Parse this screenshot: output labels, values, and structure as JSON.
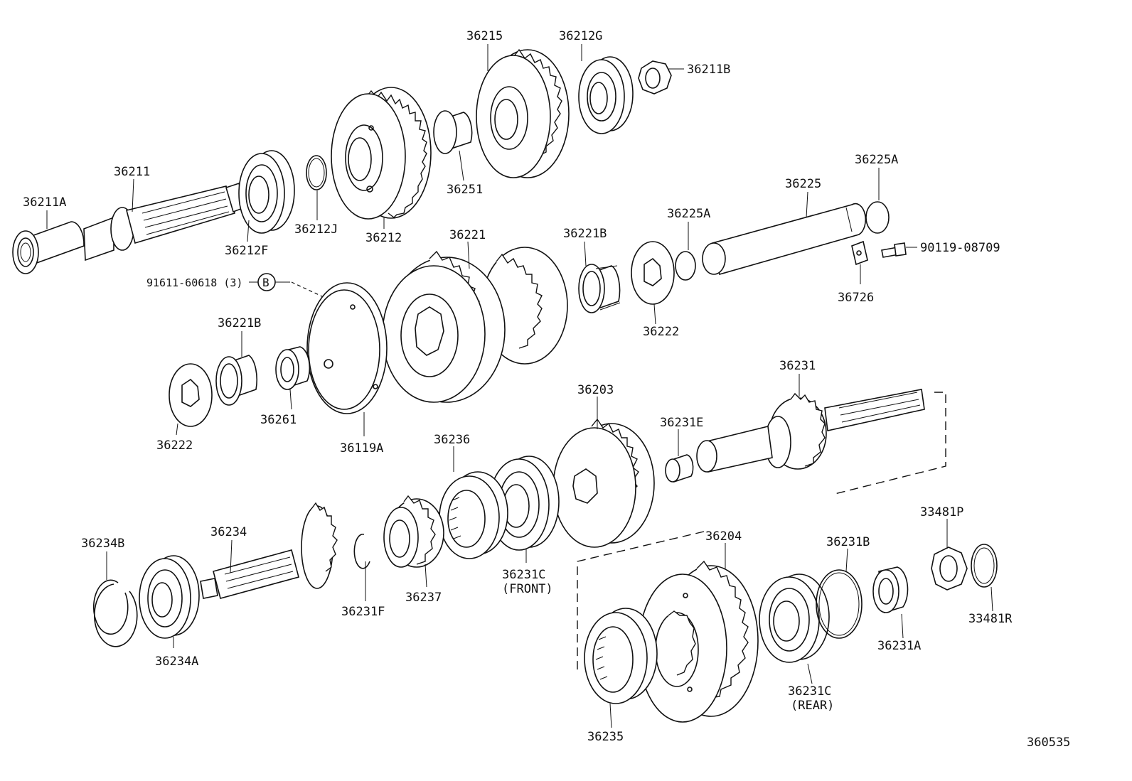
{
  "diagram_id": "360535",
  "callout_symbol": "B",
  "labels": {
    "p36211A": "36211A",
    "p36211": "36211",
    "p36212F": "36212F",
    "p36212J": "36212J",
    "p36212": "36212",
    "p36251": "36251",
    "p36215": "36215",
    "p36212G": "36212G",
    "p36211B": "36211B",
    "p36225A_top": "36225A",
    "p36225": "36225",
    "p36225A_mid": "36225A",
    "p90119": "90119-08709",
    "p36726": "36726",
    "p36221": "36221",
    "p36221B_top": "36221B",
    "p36222_right": "36222",
    "p91611": "91611-60618 (3)",
    "p36221B_left": "36221B",
    "p36261": "36261",
    "p36222_left": "36222",
    "p36119A": "36119A",
    "p36203": "36203",
    "p36231": "36231",
    "p36231E": "36231E",
    "p36236": "36236",
    "p36234": "36234",
    "p36234B": "36234B",
    "p36234A": "36234A",
    "p36231F": "36231F",
    "p36237": "36237",
    "p36231C_front": "36231C",
    "front_note": "(FRONT)",
    "p36204": "36204",
    "p36231B": "36231B",
    "p33481P": "33481P",
    "p33481R": "33481R",
    "p36231A": "36231A",
    "p36231C_rear": "36231C",
    "rear_note": "(REAR)",
    "p36235": "36235"
  }
}
